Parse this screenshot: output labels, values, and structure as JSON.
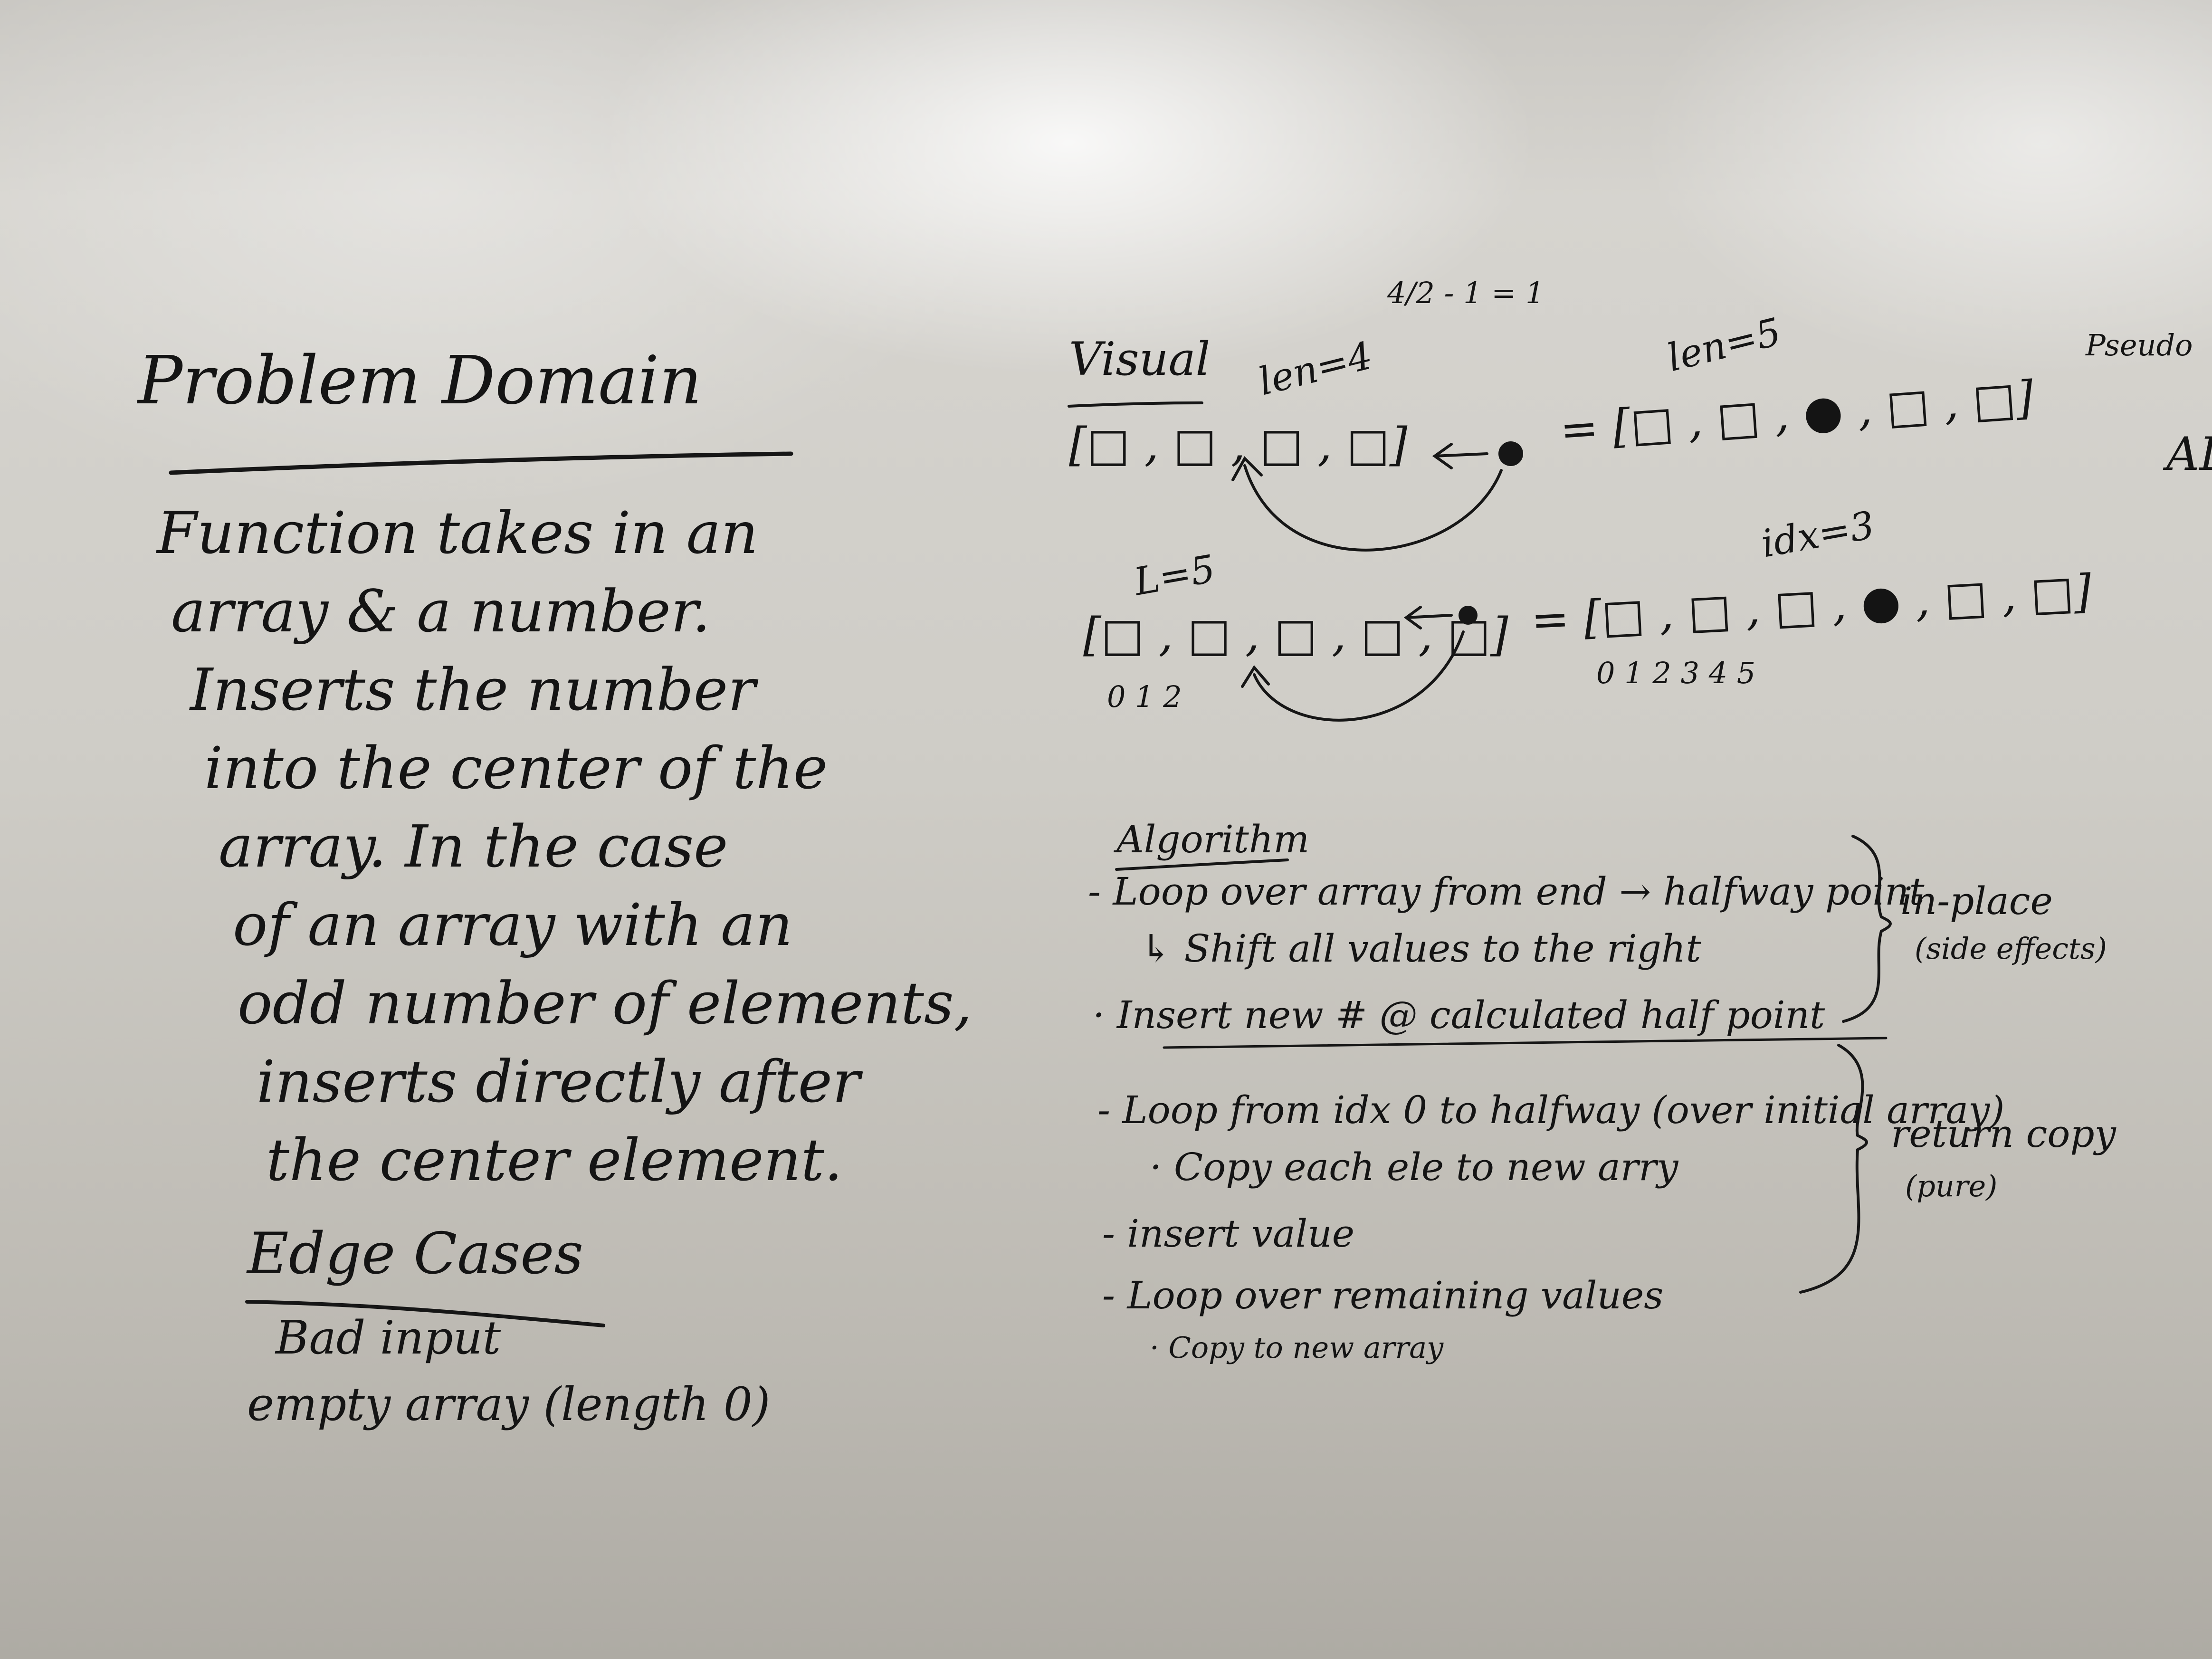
{
  "problem_domain": {
    "title": "Problem Domain",
    "lines": [
      "Function takes in an",
      "array & a number.",
      "Inserts the number",
      "into the center of the",
      "array. In the case",
      "of an array with an",
      "odd number of elements,",
      "inserts directly after",
      "the center element."
    ]
  },
  "edge_cases": {
    "title": "Edge Cases",
    "items": [
      "Bad input",
      "empty array (length 0)"
    ]
  },
  "visual": {
    "title": "Visual",
    "calc": "4/2 - 1 = 1",
    "row1": {
      "len_left": "len=4",
      "array_left": "[□ , □ , □ , □]",
      "array_right": "= [□ , □ , ● , □ , □]",
      "len_right": "len=5"
    },
    "row2": {
      "len_left": "L=5",
      "array_left": "[□ , □ , □ , □ , □]",
      "indices_left": "0    1    2",
      "idx": "idx=3",
      "array_right": "= [□ , □ , □ , ● , □ , □]",
      "indices_right": "0    1    2    3    4    5"
    }
  },
  "algorithm": {
    "title": "Algorithm",
    "inplace_steps": [
      "- Loop over array from end → halfway point",
      "↳ Shift all values to the right",
      "· Insert new # @ calculated half point"
    ],
    "inplace_label": "in-place",
    "inplace_note": "(side effects)",
    "pure_steps": [
      "- Loop from idx 0 to halfway (over initial array)",
      "· Copy each ele to new arry",
      "- insert value",
      "- Loop over remaining values",
      "· Copy to new array"
    ],
    "pure_label": "return copy",
    "pure_note": "(pure)"
  },
  "edge_right": {
    "pseudo": "Pseudo",
    "al": "AL"
  }
}
